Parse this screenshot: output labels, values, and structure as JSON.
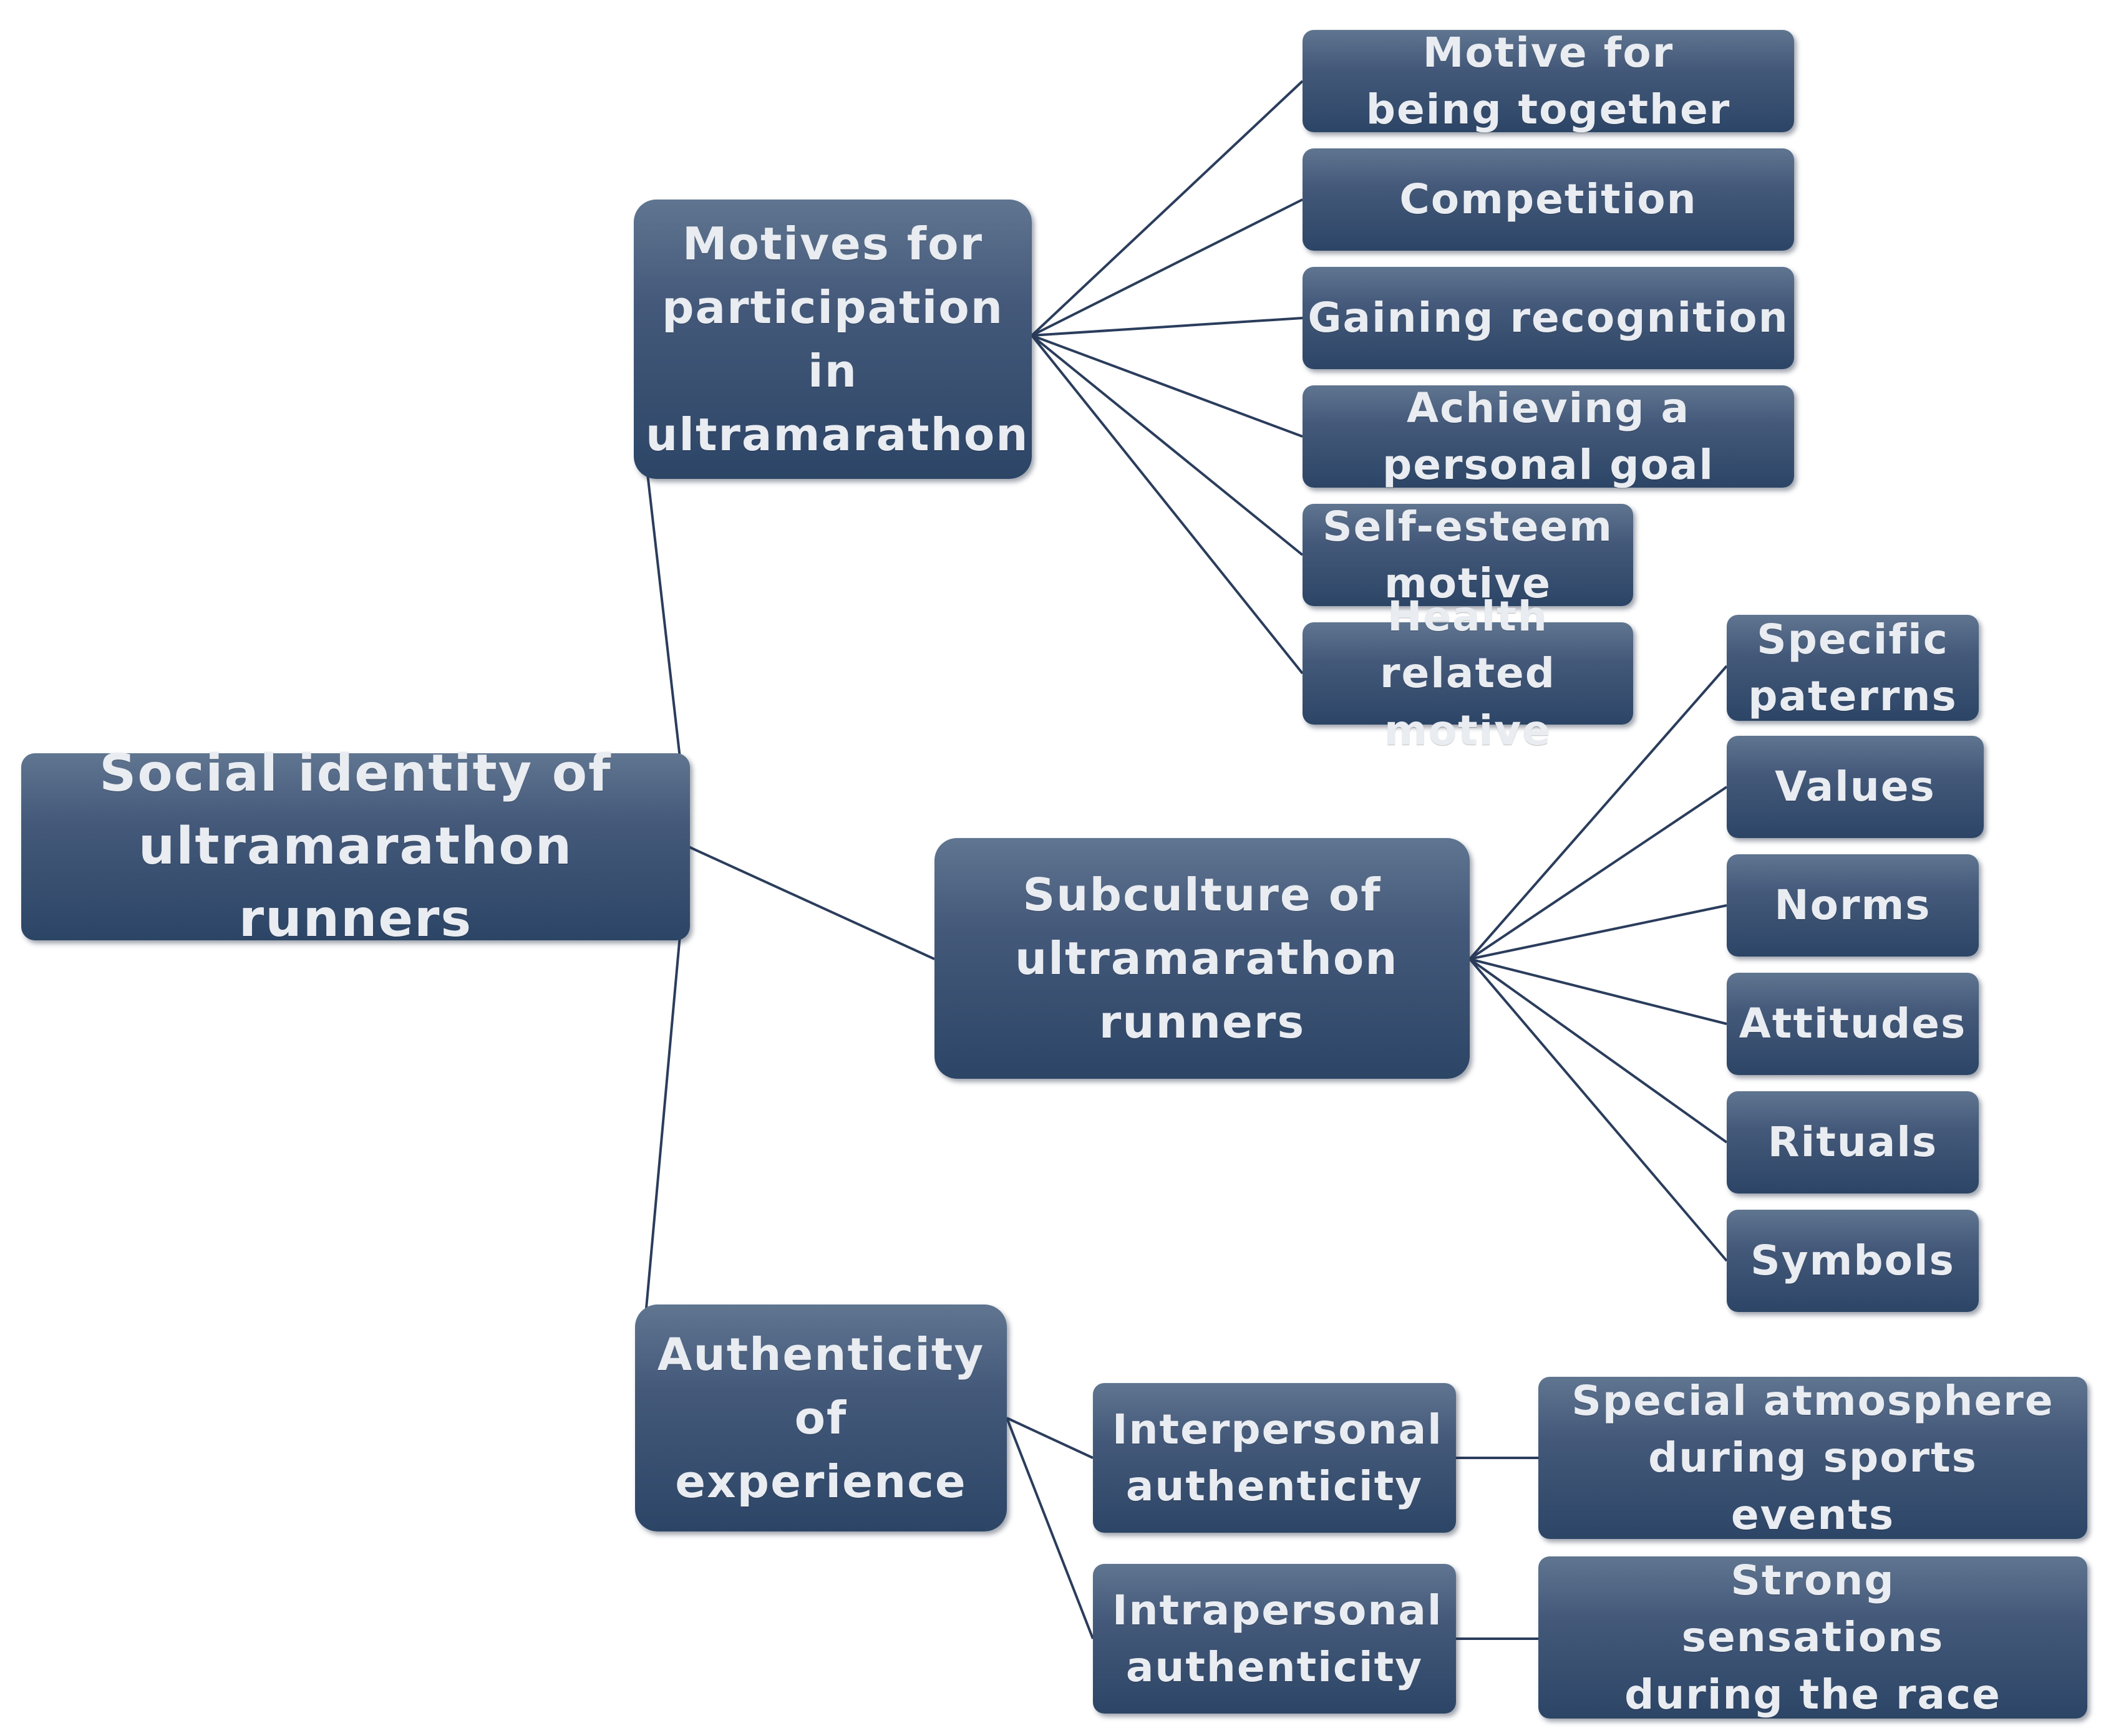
{
  "diagram": {
    "root": {
      "id": "root",
      "label": "Social identity of ultramarathon runners"
    },
    "branches": [
      {
        "id": "motives",
        "label": "Motives for participation in ultramarathon",
        "children": [
          {
            "id": "m1",
            "label": "Motive for being together"
          },
          {
            "id": "m2",
            "label": "Competition"
          },
          {
            "id": "m3",
            "label": "Gaining recognition"
          },
          {
            "id": "m4",
            "label": "Achieving a personal goal"
          },
          {
            "id": "m5",
            "label": "Self-esteem motive"
          },
          {
            "id": "m6",
            "label": "Health related motive"
          }
        ]
      },
      {
        "id": "subculture",
        "label": "Subculture of ultramarathon runners",
        "children": [
          {
            "id": "s1",
            "label": "Specific paterrns"
          },
          {
            "id": "s2",
            "label": "Values"
          },
          {
            "id": "s3",
            "label": "Norms"
          },
          {
            "id": "s4",
            "label": "Attitudes"
          },
          {
            "id": "s5",
            "label": "Rituals"
          },
          {
            "id": "s6",
            "label": "Symbols"
          }
        ]
      },
      {
        "id": "authenticity",
        "label": "Authenticity of experience",
        "children": [
          {
            "id": "a1",
            "label": "Interpersonal authenticity",
            "detail": {
              "id": "a1d",
              "label": "Special atmosphere during sports events"
            }
          },
          {
            "id": "a2",
            "label": "Intrapersonal authenticity",
            "detail": {
              "id": "a2d",
              "label": "Strong sensations during the race"
            }
          }
        ]
      }
    ],
    "colors": {
      "node_top": "#5f7590",
      "node_bottom": "#2c4566",
      "text": "#e9ecf1",
      "connector": "#2b3d5c"
    }
  }
}
